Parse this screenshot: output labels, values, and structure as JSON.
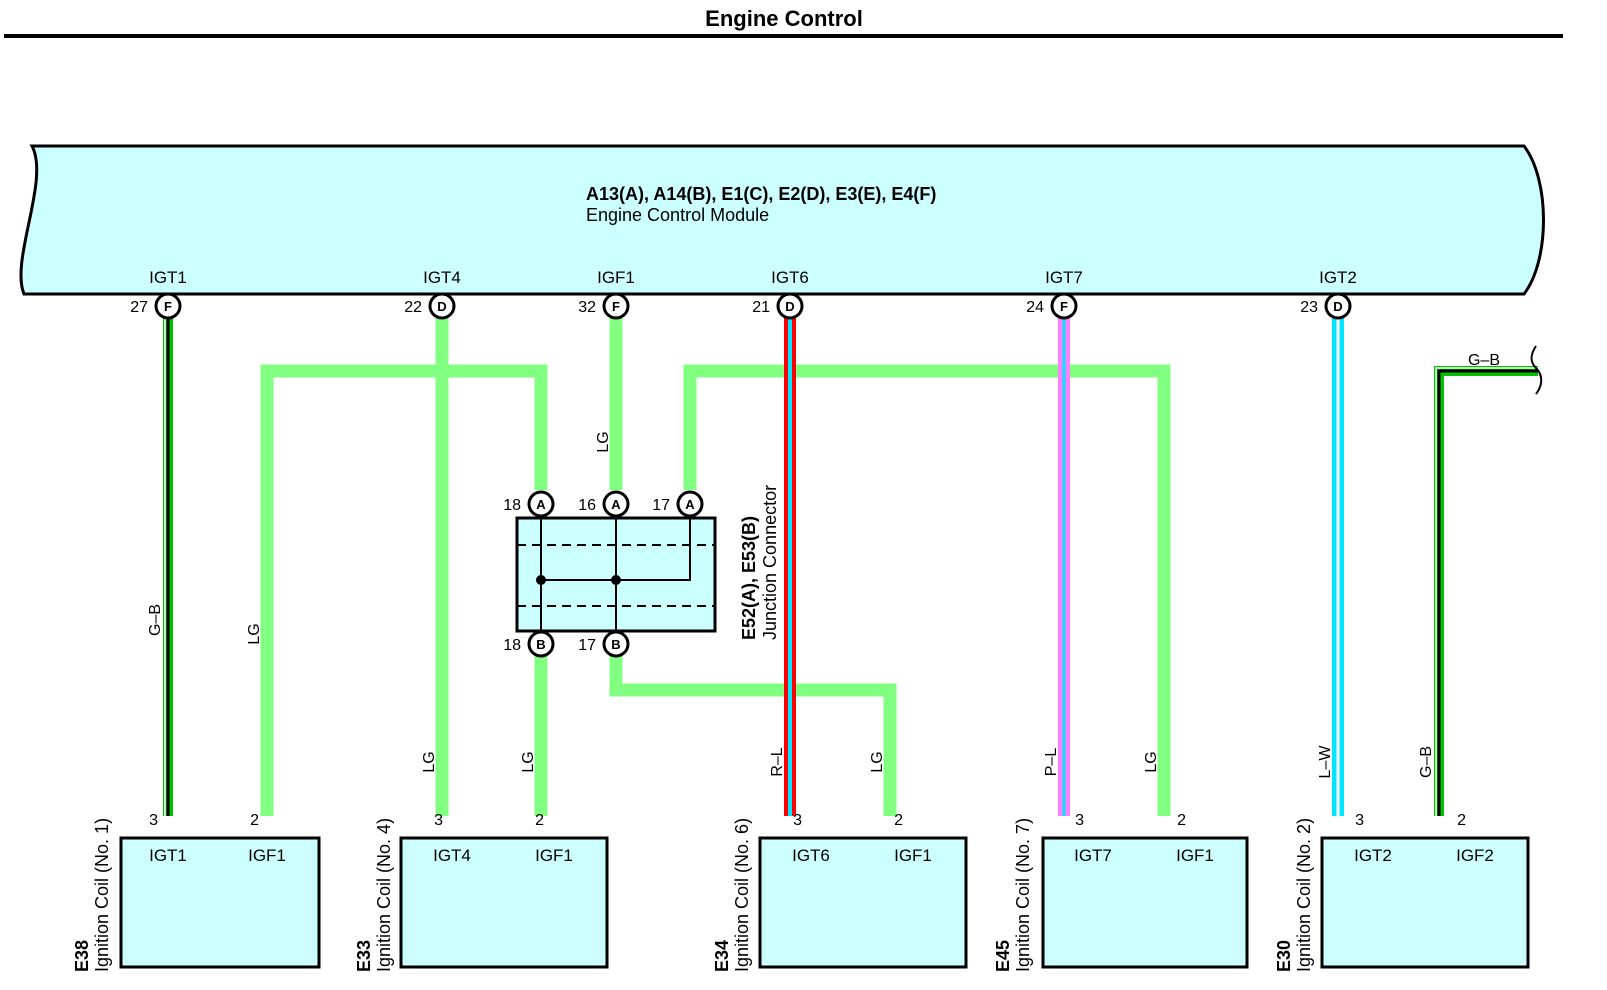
{
  "page_title": "Engine Control",
  "colors": {
    "component_fill": "#ccffff",
    "LG": "#80ff80",
    "G": "#00c000",
    "R": "#ff0000",
    "L": "#00e5ff",
    "P": "#ff80ff",
    "W": "#ffffff",
    "B": "#000000"
  },
  "ecm": {
    "connectors": "A13(A), A14(B), E1(C), E2(D), E3(E), E4(F)",
    "name": "Engine Control Module",
    "terminals": [
      {
        "name": "IGT1",
        "pin": "27",
        "conn": "F"
      },
      {
        "name": "IGT4",
        "pin": "22",
        "conn": "D"
      },
      {
        "name": "IGF1",
        "pin": "32",
        "conn": "F"
      },
      {
        "name": "IGT6",
        "pin": "21",
        "conn": "D"
      },
      {
        "name": "IGT7",
        "pin": "24",
        "conn": "F"
      },
      {
        "name": "IGT2",
        "pin": "23",
        "conn": "D"
      }
    ]
  },
  "junction": {
    "code": "E52(A), E53(B)",
    "name": "Junction Connector",
    "top_pins": [
      {
        "pin": "18",
        "conn": "A"
      },
      {
        "pin": "16",
        "conn": "A"
      },
      {
        "pin": "17",
        "conn": "A"
      }
    ],
    "bottom_pins": [
      {
        "pin": "18",
        "conn": "B"
      },
      {
        "pin": "17",
        "conn": "B"
      }
    ]
  },
  "coils": [
    {
      "code": "E38",
      "name": "Ignition Coil (No. 1)",
      "t1": "IGT1",
      "t2": "IGF1",
      "p1": "3",
      "p2": "2"
    },
    {
      "code": "E33",
      "name": "Ignition Coil (No. 4)",
      "t1": "IGT4",
      "t2": "IGF1",
      "p1": "3",
      "p2": "2"
    },
    {
      "code": "E34",
      "name": "Ignition Coil (No. 6)",
      "t1": "IGT6",
      "t2": "IGF1",
      "p1": "3",
      "p2": "2"
    },
    {
      "code": "E45",
      "name": "Ignition Coil (No. 7)",
      "t1": "IGT7",
      "t2": "IGF1",
      "p1": "3",
      "p2": "2"
    },
    {
      "code": "E30",
      "name": "Ignition Coil (No. 2)",
      "t1": "IGT2",
      "t2": "IGF2",
      "p1": "3",
      "p2": "2"
    }
  ],
  "wire_labels": {
    "w_igt1": "G–B",
    "w_e38_igf1": "LG",
    "w_igf1_trunk": "LG",
    "w_igt4": "LG",
    "w_e33_igf1": "LG",
    "w_igt6": "R–L",
    "w_e34_igf1": "LG",
    "w_igt7": "P–L",
    "w_e45_igf1": "LG",
    "w_igt2": "L–W",
    "w_e30_igf2": "G–B",
    "w_offpage": "G–B"
  }
}
